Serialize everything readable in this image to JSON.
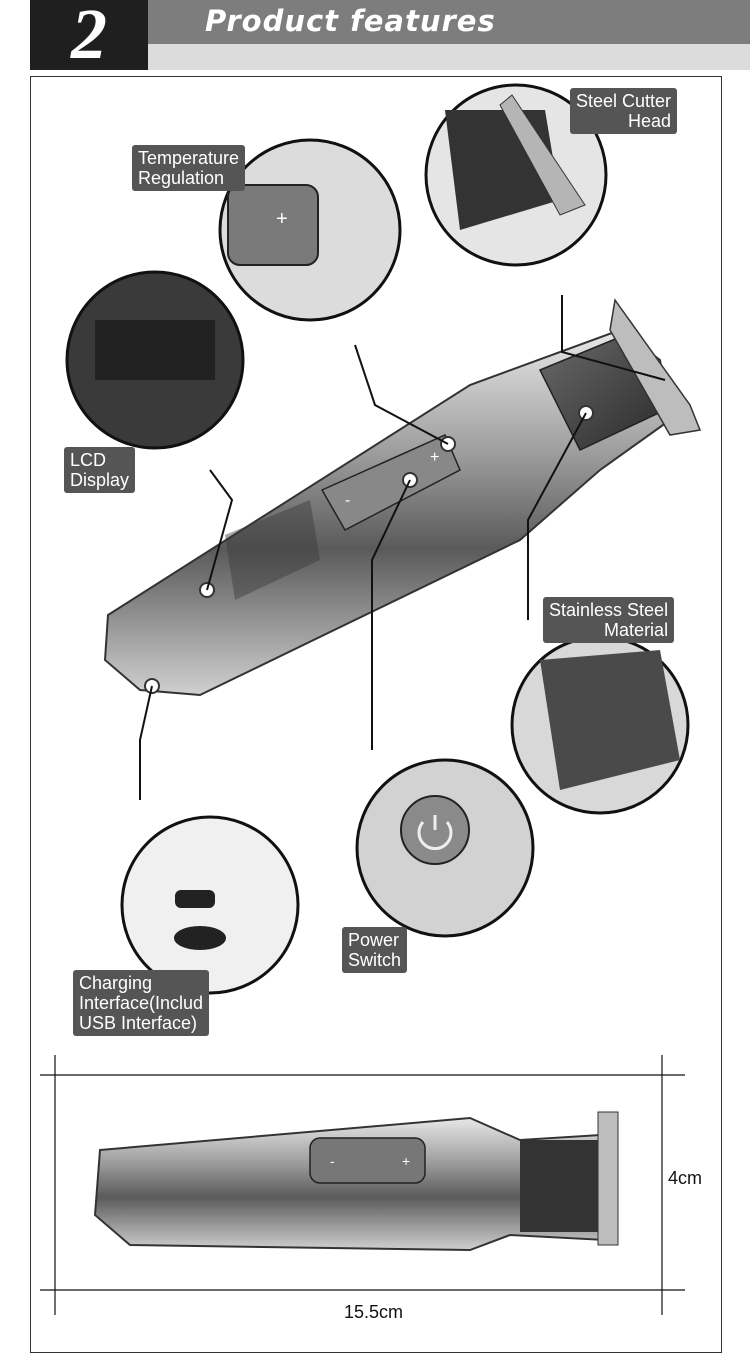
{
  "header": {
    "number": "2",
    "title": "Product features"
  },
  "callouts": {
    "steel_cutter_head": "Steel Cutter\nHead",
    "temperature_regulation": "Temperature\nRegulation",
    "lcd_display": "LCD\nDisplay",
    "stainless_steel_material": "Stainless Steel\nMaterial",
    "power_switch": "Power\nSwitch",
    "charging_interface": "Charging\nInterface(Includ\nUSB Interface)"
  },
  "dimensions": {
    "height": "4cm",
    "length": "15.5cm"
  },
  "button_symbols": {
    "plus": "+",
    "minus": "-"
  },
  "colors": {
    "header_dark": "#1f1f1f",
    "header_band": "#7d7d7d",
    "label_bg": "#555555"
  }
}
